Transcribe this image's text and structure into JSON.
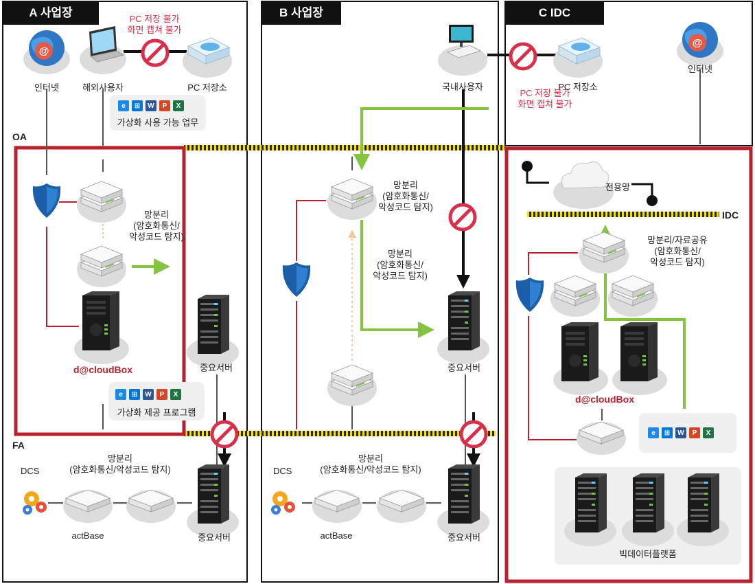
{
  "zones": {
    "a": {
      "title": "A 사업장"
    },
    "b": {
      "title": "B 사업장"
    },
    "c": {
      "title": "C IDC"
    }
  },
  "levels": {
    "oa": "OA",
    "fa": "FA",
    "idc": "IDC"
  },
  "a": {
    "internet": "인터넷",
    "overseas_user": "해외사용자",
    "pc_storage": "PC 저장소",
    "pc_warning": "PC 저장 불가\n화면 캡쳐 불가",
    "virt_tasks": "가상화 사용 가능 업무",
    "netsep": "망분리\n(암호화통신/\n악성코드 탐지)",
    "cloudbox": "d@cloudBox",
    "virt_program": "가상화 제공 프로그램",
    "core_server_top": "중요서버",
    "dcs": "DCS",
    "fa_netsep": "망분리\n(암호화통신/악성코드 탐지)",
    "actbase": "actBase",
    "core_server_bottom": "중요서버"
  },
  "b": {
    "domestic_user": "국내사용자",
    "netsep_top": "망분리\n(암호화통신/\n악성코드 탐지)",
    "netsep_mid": "망분리\n(암호화통신/\n악성코드 탐지)",
    "core_server_top": "중요서버",
    "dcs": "DCS",
    "fa_netsep": "망분리\n(암호화통신/악성코드 탐지)",
    "actbase": "actBase",
    "core_server_bottom": "중요서버"
  },
  "c": {
    "pc_storage": "PC 저장소",
    "pc_warning": "PC 저장 불가\n화면 캡쳐 불가",
    "internet": "인터넷",
    "dedicated": "전용망",
    "netsep": "망분리/자료공유\n(암호화통신/\n악성코드 탐지)",
    "cloudbox": "d@cloudBox",
    "bigdata": "빅데이터플랫폼"
  },
  "app_icons": [
    "ie-icon",
    "windows-icon",
    "word-icon",
    "powerpoint-icon",
    "excel-icon"
  ],
  "colors": {
    "accent_red": "#b8222f",
    "warning_pink": "#d6304a",
    "arrow_green": "#84c441",
    "shield_blue": "#1a5fa8",
    "tape_yellow": "#f2e200"
  }
}
